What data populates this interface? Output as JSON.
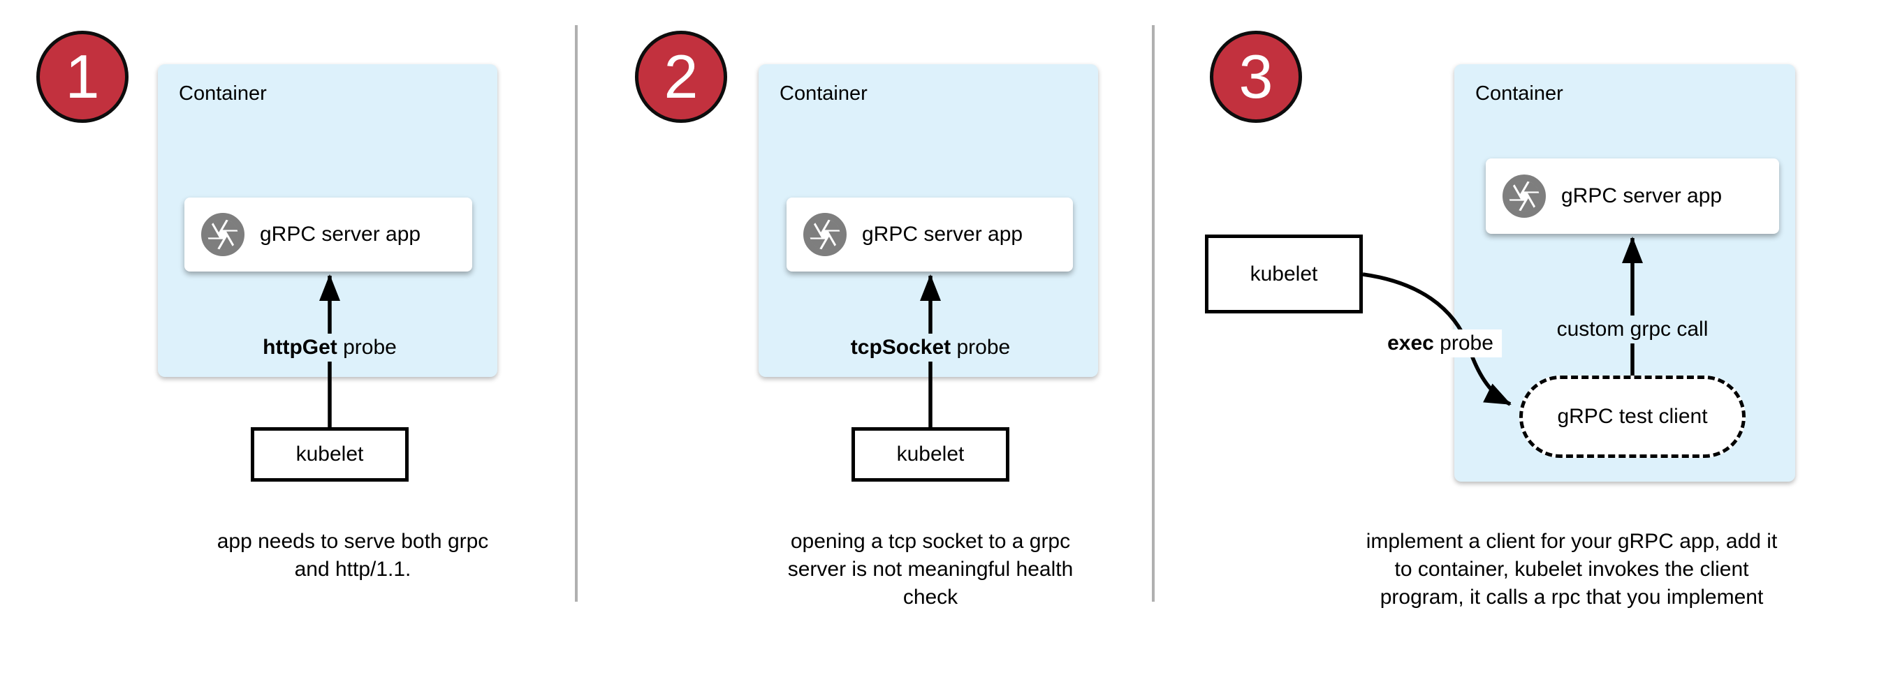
{
  "colors": {
    "page_bg": "#ffffff",
    "container_fill": "#DDF1FB",
    "badge_fill": "#C2313E",
    "badge_border": "#0d0d0d",
    "divider": "#B0B0B0",
    "icon_gray": "#7E7E7E",
    "ink": "#000000"
  },
  "icons": {
    "app_icon": "camera-aperture"
  },
  "panels": [
    {
      "number": "1",
      "container_label": "Container",
      "app_label": "gRPC server app",
      "probe_bold": "httpGet",
      "probe_rest": " probe",
      "kubelet_label": "kubelet",
      "caption": [
        "app needs to serve both grpc",
        "and http/1.1."
      ]
    },
    {
      "number": "2",
      "container_label": "Container",
      "app_label": "gRPC server app",
      "probe_bold": "tcpSocket",
      "probe_rest": " probe",
      "kubelet_label": "kubelet",
      "caption": [
        "opening a tcp socket to a grpc",
        "server is not meaningful health",
        "check"
      ]
    },
    {
      "number": "3",
      "container_label": "Container",
      "app_label": "gRPC server app",
      "probe_bold": "exec",
      "probe_rest": " probe",
      "kubelet_label": "kubelet",
      "call_label": "custom grpc call",
      "test_client_label": "gRPC test client",
      "caption": [
        "implement a client for your gRPC app, add it",
        "to container, kubelet invokes the client",
        "program, it calls a rpc that you implement"
      ]
    }
  ]
}
